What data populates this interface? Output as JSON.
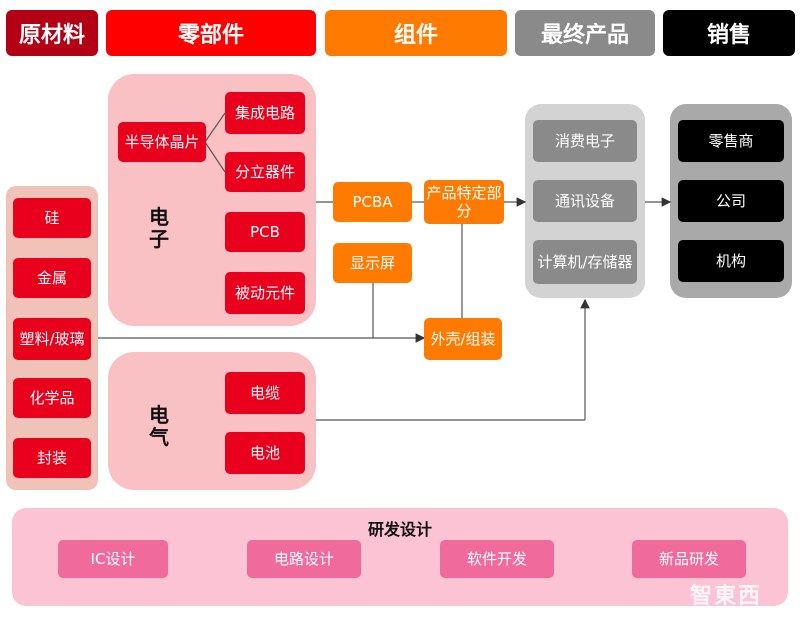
{
  "headers": {
    "raw": "原材料",
    "parts": "零部件",
    "components": "组件",
    "final": "最终产品",
    "sales": "销售"
  },
  "raw_materials": [
    "硅",
    "金属",
    "塑料/玻璃",
    "化学品",
    "封装"
  ],
  "electronics": {
    "label": "电子",
    "semiconductor": "半导体晶片",
    "ic": "集成电路",
    "discrete": "分立器件",
    "pcb": "PCB",
    "passive": "被动元件"
  },
  "electrical": {
    "label": "电气",
    "cable": "电缆",
    "battery": "电池"
  },
  "components": {
    "pcba": "PCBA",
    "specific": "产品特定部分",
    "display": "显示屏",
    "housing": "外壳/组装"
  },
  "final_products": [
    "消费电子",
    "通讯设备",
    "计算机/存储器"
  ],
  "sales": [
    "零售商",
    "公司",
    "机构"
  ],
  "rd": {
    "title": "研发设计",
    "items": [
      "IC设计",
      "电路设计",
      "软件开发",
      "新品研发"
    ]
  },
  "watermark": "智東西",
  "colors": {
    "red": "#e8001c",
    "orange": "#ff7a00",
    "grey": "#8a8a8a",
    "black": "#000000",
    "pink_panel": "#f9c1c4",
    "rd_panel": "#fbc3d3"
  }
}
